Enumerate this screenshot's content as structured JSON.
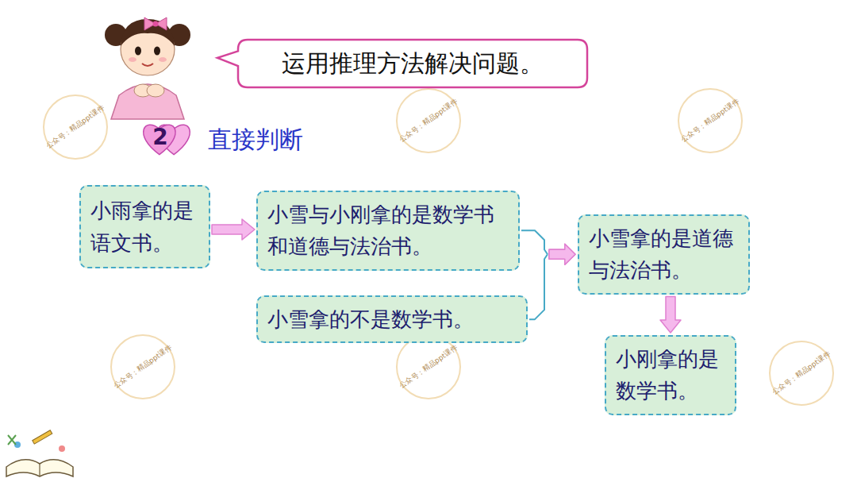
{
  "diagram": {
    "nodes": [
      {
        "text": [
          "运用推理方法解决问题。"
        ]
      },
      {
        "text": [
          "2"
        ]
      },
      {
        "text": [
          "小雨拿的是语文书。"
        ]
      },
      {
        "text": [
          "小雪与小刚拿的是数学书和道德与法治书。"
        ]
      },
      {
        "text": [
          "小雪拿的不是数学书。"
        ]
      },
      {
        "text": [
          "小雪拿的是道德与法治书。"
        ]
      },
      {
        "text": [
          "小刚拿的是数学书。"
        ]
      }
    ],
    "edges": [
      {
        "from": 2,
        "to": 3,
        "arrow": "to"
      },
      {
        "from": 3,
        "to": 5,
        "arrow": "to"
      },
      {
        "from": 4,
        "to": 5,
        "arrow": "to"
      },
      {
        "from": 5,
        "to": 6,
        "arrow": "to"
      }
    ],
    "labels": [
      "直接判断",
      "公众号：精品ppt课件",
      "公众号：精品ppt课件",
      "公众号：精品ppt课件",
      "公众号：精品ppt课件",
      "公众号：精品ppt课件",
      "公众号：精品ppt课件"
    ]
  }
}
